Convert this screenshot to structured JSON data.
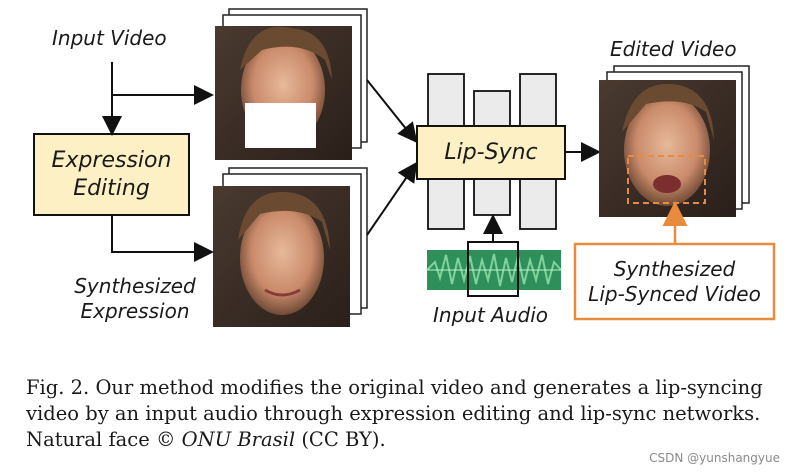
{
  "diagram": {
    "input_video_label": "Input Video",
    "expression_editing_line1": "Expression",
    "expression_editing_line2": "Editing",
    "synthesized_expression_line1": "Synthesized",
    "synthesized_expression_line2": "Expression",
    "lip_sync_label": "Lip-Sync",
    "input_audio_label": "Input Audio",
    "edited_video_label": "Edited Video",
    "synthesized_lipsynced_line1": "Synthesized",
    "synthesized_lipsynced_line2": "Lip-Synced Video"
  },
  "caption": {
    "prefix": "Fig. 2.  Our method modifies the original video and generates a lip-syncing video by an input audio through expression editing and lip-sync networks. Natural face © ",
    "source": "ONU Brasil",
    "suffix": " (CC BY)."
  },
  "watermark": "CSDN @yunshangyue",
  "colors": {
    "box_fill": "#fdf0c4",
    "highlight_orange": "#e88b3c",
    "audio_green": "#3aa36a",
    "network_fill": "#ebebeb"
  }
}
